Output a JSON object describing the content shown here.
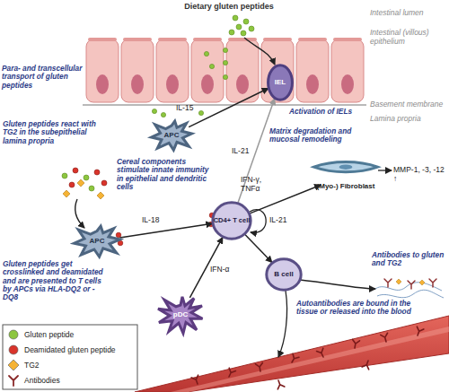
{
  "diagram": {
    "nodes": [
      {
        "text": [
          "IEL"
        ]
      },
      {
        "text": [
          "APC"
        ]
      },
      {
        "text": [
          "APC"
        ]
      },
      {
        "text": [
          "CD4+ T cell"
        ]
      },
      {
        "text": [
          "(Myo-) Fibroblast"
        ]
      },
      {
        "text": [
          "B cell"
        ]
      },
      {
        "text": [
          "pDC"
        ]
      }
    ],
    "edges": [
      {
        "from": 1,
        "to": 0,
        "arrow": "to",
        "label": "IL-15"
      },
      {
        "from": 3,
        "to": 0,
        "arrow": "to",
        "label": "IL-21"
      },
      {
        "from": 2,
        "to": 3,
        "arrow": "to",
        "label": "IL-18"
      },
      {
        "from": 3,
        "to": 4,
        "arrow": "to",
        "label": "IFN-γ, TNFα"
      },
      {
        "from": 3,
        "to": 5,
        "arrow": "to"
      },
      {
        "from": 6,
        "to": 3,
        "arrow": "to",
        "label": "IFN-α"
      }
    ],
    "labels": [
      "Dietary gluten peptides",
      "Intestinal lumen",
      "Intestinal (villous) epithelium",
      "Para- and transcellular transport of gluten peptides",
      "Basement membrane",
      "Lamina propria",
      "Activation of IELs",
      "Gluten peptides react with TG2 in the subepithelial lamina propria",
      "Cereal components stimulate innate immunity in epithelial and dendritic cells",
      "Matrix degradation and mucosal remodeling",
      "MMP-1, -3, -12 ↑",
      "IL-21",
      "Gluten peptides get crosslinked and deamidated and are presented to T cells by APCs via HLA-DQ2 or -DQ8",
      "Antibodies to gluten and TG2",
      "Autoantibodies are bound in the tissue or released into the blood"
    ],
    "legend": [
      {
        "text": "Gluten peptide",
        "color": "#8dc63f"
      },
      {
        "text": "Deamidated gluten peptide",
        "color": "#d9342b"
      },
      {
        "text": "TG2",
        "color": "#f5b335"
      },
      {
        "text": "Antibodies"
      }
    ]
  }
}
